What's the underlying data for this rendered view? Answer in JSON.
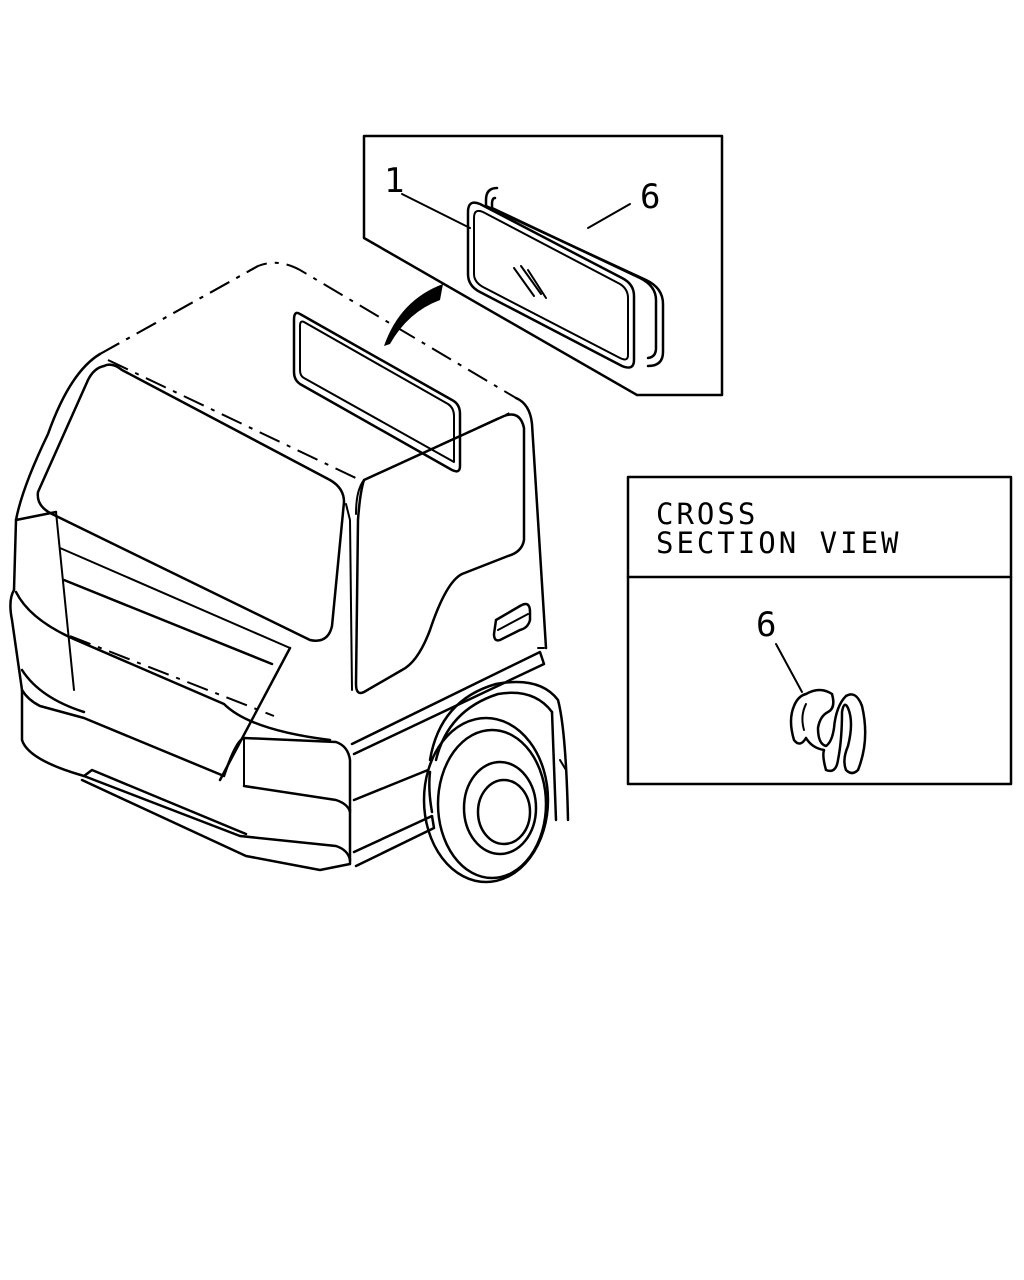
{
  "callouts": {
    "glass": "1",
    "seal_top": "6",
    "seal_section": "6"
  },
  "section_box": {
    "line1": "CROSS",
    "line2": "SECTION VIEW"
  },
  "icons": [
    "truck-cab-illustration",
    "rear-glass-part",
    "weatherstrip-seal-part",
    "seal-cross-section-profile",
    "install-arrow"
  ]
}
